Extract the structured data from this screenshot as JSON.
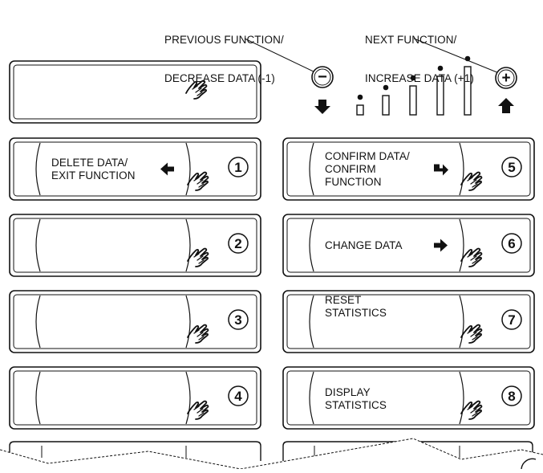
{
  "callouts": {
    "previous_line1": "PREVIOUS FUNCTION/",
    "previous_line2": "DECREASE DATA (-1)",
    "next_line1": "NEXT FUNCTION/",
    "next_line2": "INCREASE DATA (+1)"
  },
  "keys": {
    "minus_symbol": "−",
    "plus_symbol": "+"
  },
  "level_bars": [
    1,
    2,
    3,
    4,
    5
  ],
  "buttons": [
    {
      "number": "1",
      "lines": [
        "DELETE DATA/",
        "EXIT FUNCTION"
      ],
      "arrow": "left-arrow-icon"
    },
    {
      "number": "2",
      "lines": [],
      "arrow": ""
    },
    {
      "number": "3",
      "lines": [],
      "arrow": ""
    },
    {
      "number": "4",
      "lines": [],
      "arrow": ""
    },
    {
      "number": "5",
      "lines": [
        "CONFIRM DATA/",
        "CONFIRM",
        "FUNCTION"
      ],
      "arrow": "enter-arrow-icon"
    },
    {
      "number": "6",
      "lines": [
        "CHANGE DATA"
      ],
      "arrow": "right-arrow-icon"
    },
    {
      "number": "7",
      "lines": [
        "RESET",
        "STATISTICS"
      ],
      "arrow": ""
    },
    {
      "number": "8",
      "lines": [
        "DISPLAY",
        "STATISTICS"
      ],
      "arrow": ""
    }
  ]
}
